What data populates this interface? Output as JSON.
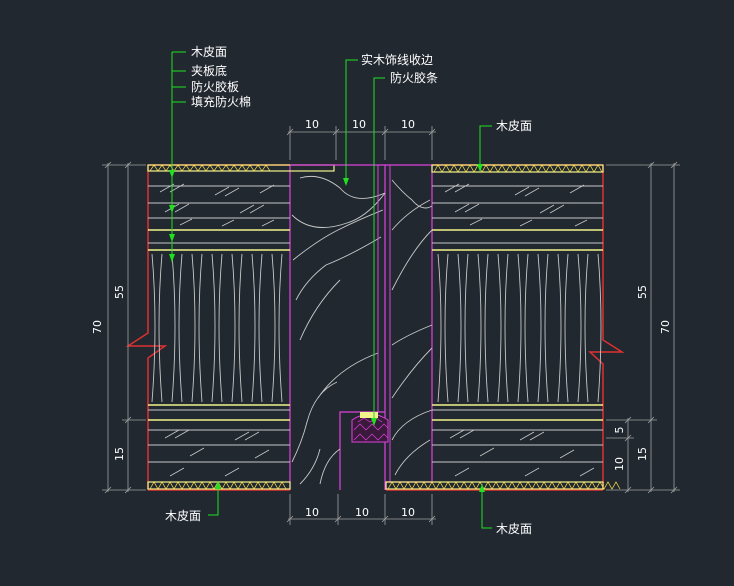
{
  "colors": {
    "background": "#212830",
    "wood": "#c8c8c8",
    "panel": "#f2f28a",
    "mesh": "#ffe44a",
    "frame": "#e040e0",
    "edge": "#e03030",
    "dimension": "#a0a0a0",
    "leader": "#20e020",
    "text": "#ffffff"
  },
  "labels": {
    "veneer_top_left": "木皮面",
    "plywood_base": "夹板底",
    "fire_board": "防火胶板",
    "fill_cotton": "填充防火棉",
    "solid_wood_trim": "实木饰线收边",
    "fire_strip": "防火胶条",
    "veneer_top_right": "木皮面",
    "veneer_bottom_left": "木皮面",
    "veneer_bottom_right": "木皮面"
  },
  "dimensions": {
    "top_left": "10",
    "top_mid": "10",
    "top_right": "10",
    "bottom_left": "10",
    "bottom_mid": "10",
    "bottom_right": "10",
    "left_55": "55",
    "left_70": "70",
    "left_15": "15",
    "right_55": "55",
    "right_70": "70",
    "right_5": "5",
    "right_10": "10",
    "right_15": "15"
  }
}
